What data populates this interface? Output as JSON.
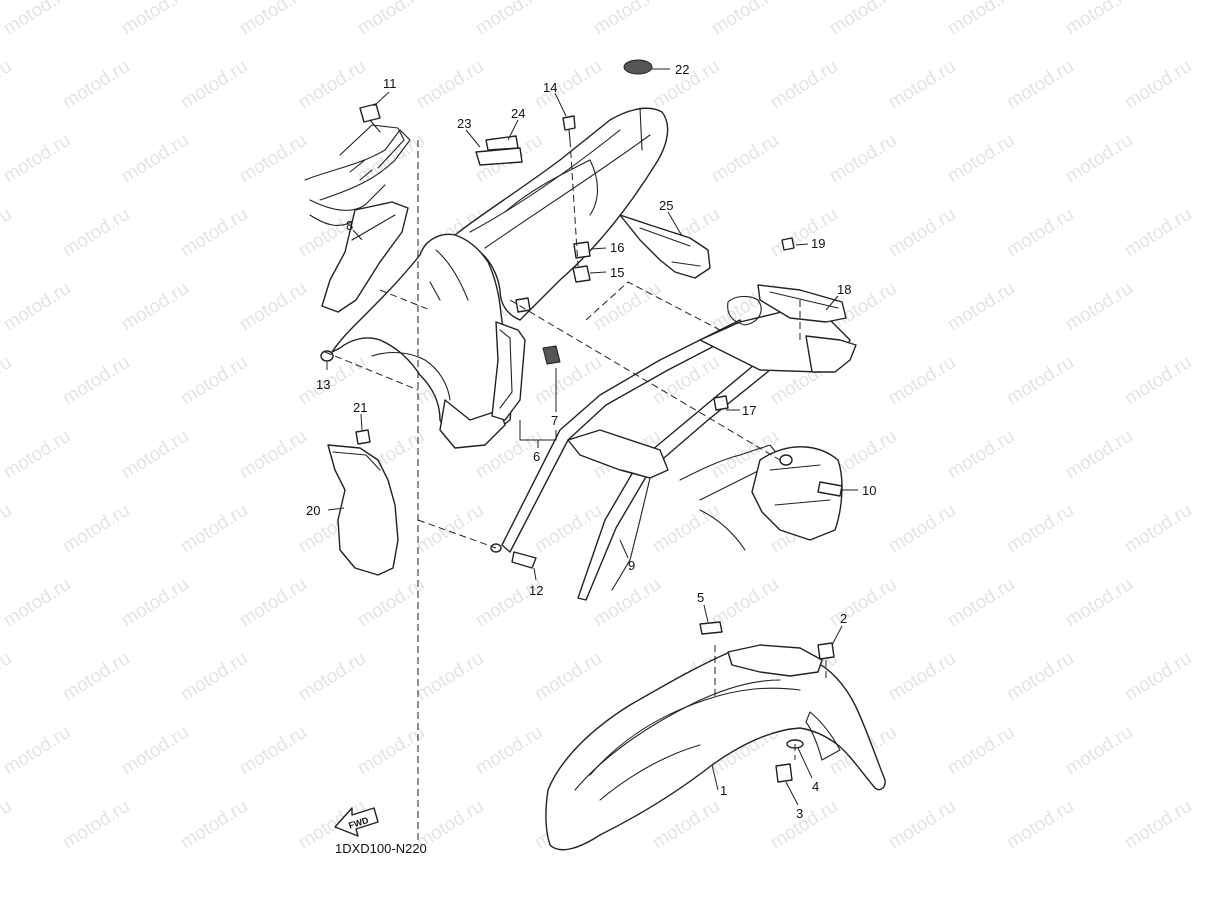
{
  "watermark": {
    "text": "motod.ru"
  },
  "diagram": {
    "code": "1DXD100-N220",
    "fwd_label": "FWD",
    "callouts": {
      "c1": "1",
      "c2": "2",
      "c3": "3",
      "c4": "4",
      "c5": "5",
      "c6": "6",
      "c7": "7",
      "c8": "8",
      "c9": "9",
      "c10": "10",
      "c11": "11",
      "c12": "12",
      "c13": "13",
      "c14": "14",
      "c15": "15",
      "c16": "16",
      "c17": "17",
      "c18": "18",
      "c19": "19",
      "c20": "20",
      "c21": "21",
      "c22": "22",
      "c23": "23",
      "c24": "24",
      "c25": "25"
    }
  }
}
